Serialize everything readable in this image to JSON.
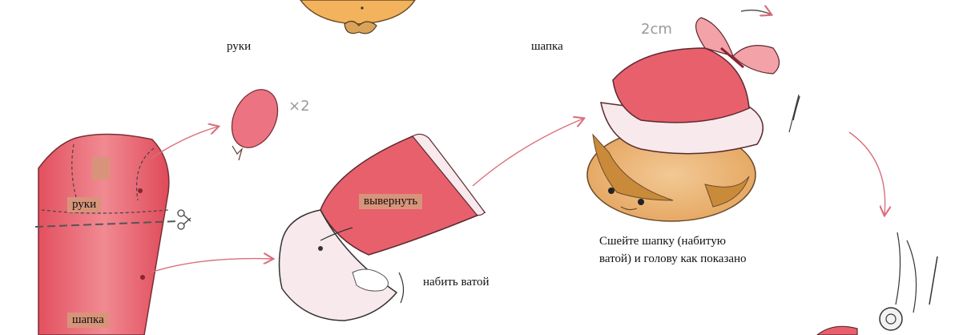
{
  "labels": {
    "arms_top": "руки",
    "hat_top": "шапка",
    "arms_tag": "руки",
    "hat_tag": "шапка",
    "turn_out": "вывернуть",
    "stuff": "набить ватой",
    "times_two": "×2",
    "hat_measure": "2cm",
    "instruction_line1": "Сшейте шапку (набитую",
    "instruction_line2": "ватой) и голову как показано"
  },
  "colors": {
    "fabric_red": "#e8606c",
    "fabric_pink": "#f3a2a8",
    "lining_white": "#f7e9ec",
    "skin": "#e9b06e",
    "hair": "#c98a3a",
    "tag_bg": "#d8947a",
    "arrow": "#d8707a"
  }
}
